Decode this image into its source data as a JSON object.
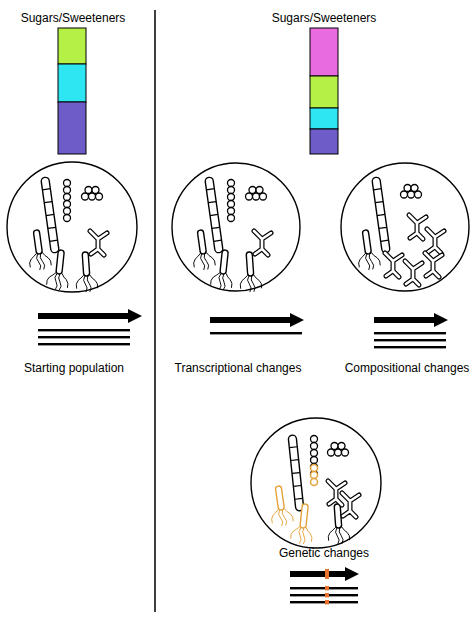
{
  "diagram": {
    "labels": [
      "Sugars/Sweeteners",
      "Sugars/Sweeteners",
      "Starting population",
      "Transcriptional changes",
      "Compositional changes",
      "Genetic changes"
    ]
  }
}
